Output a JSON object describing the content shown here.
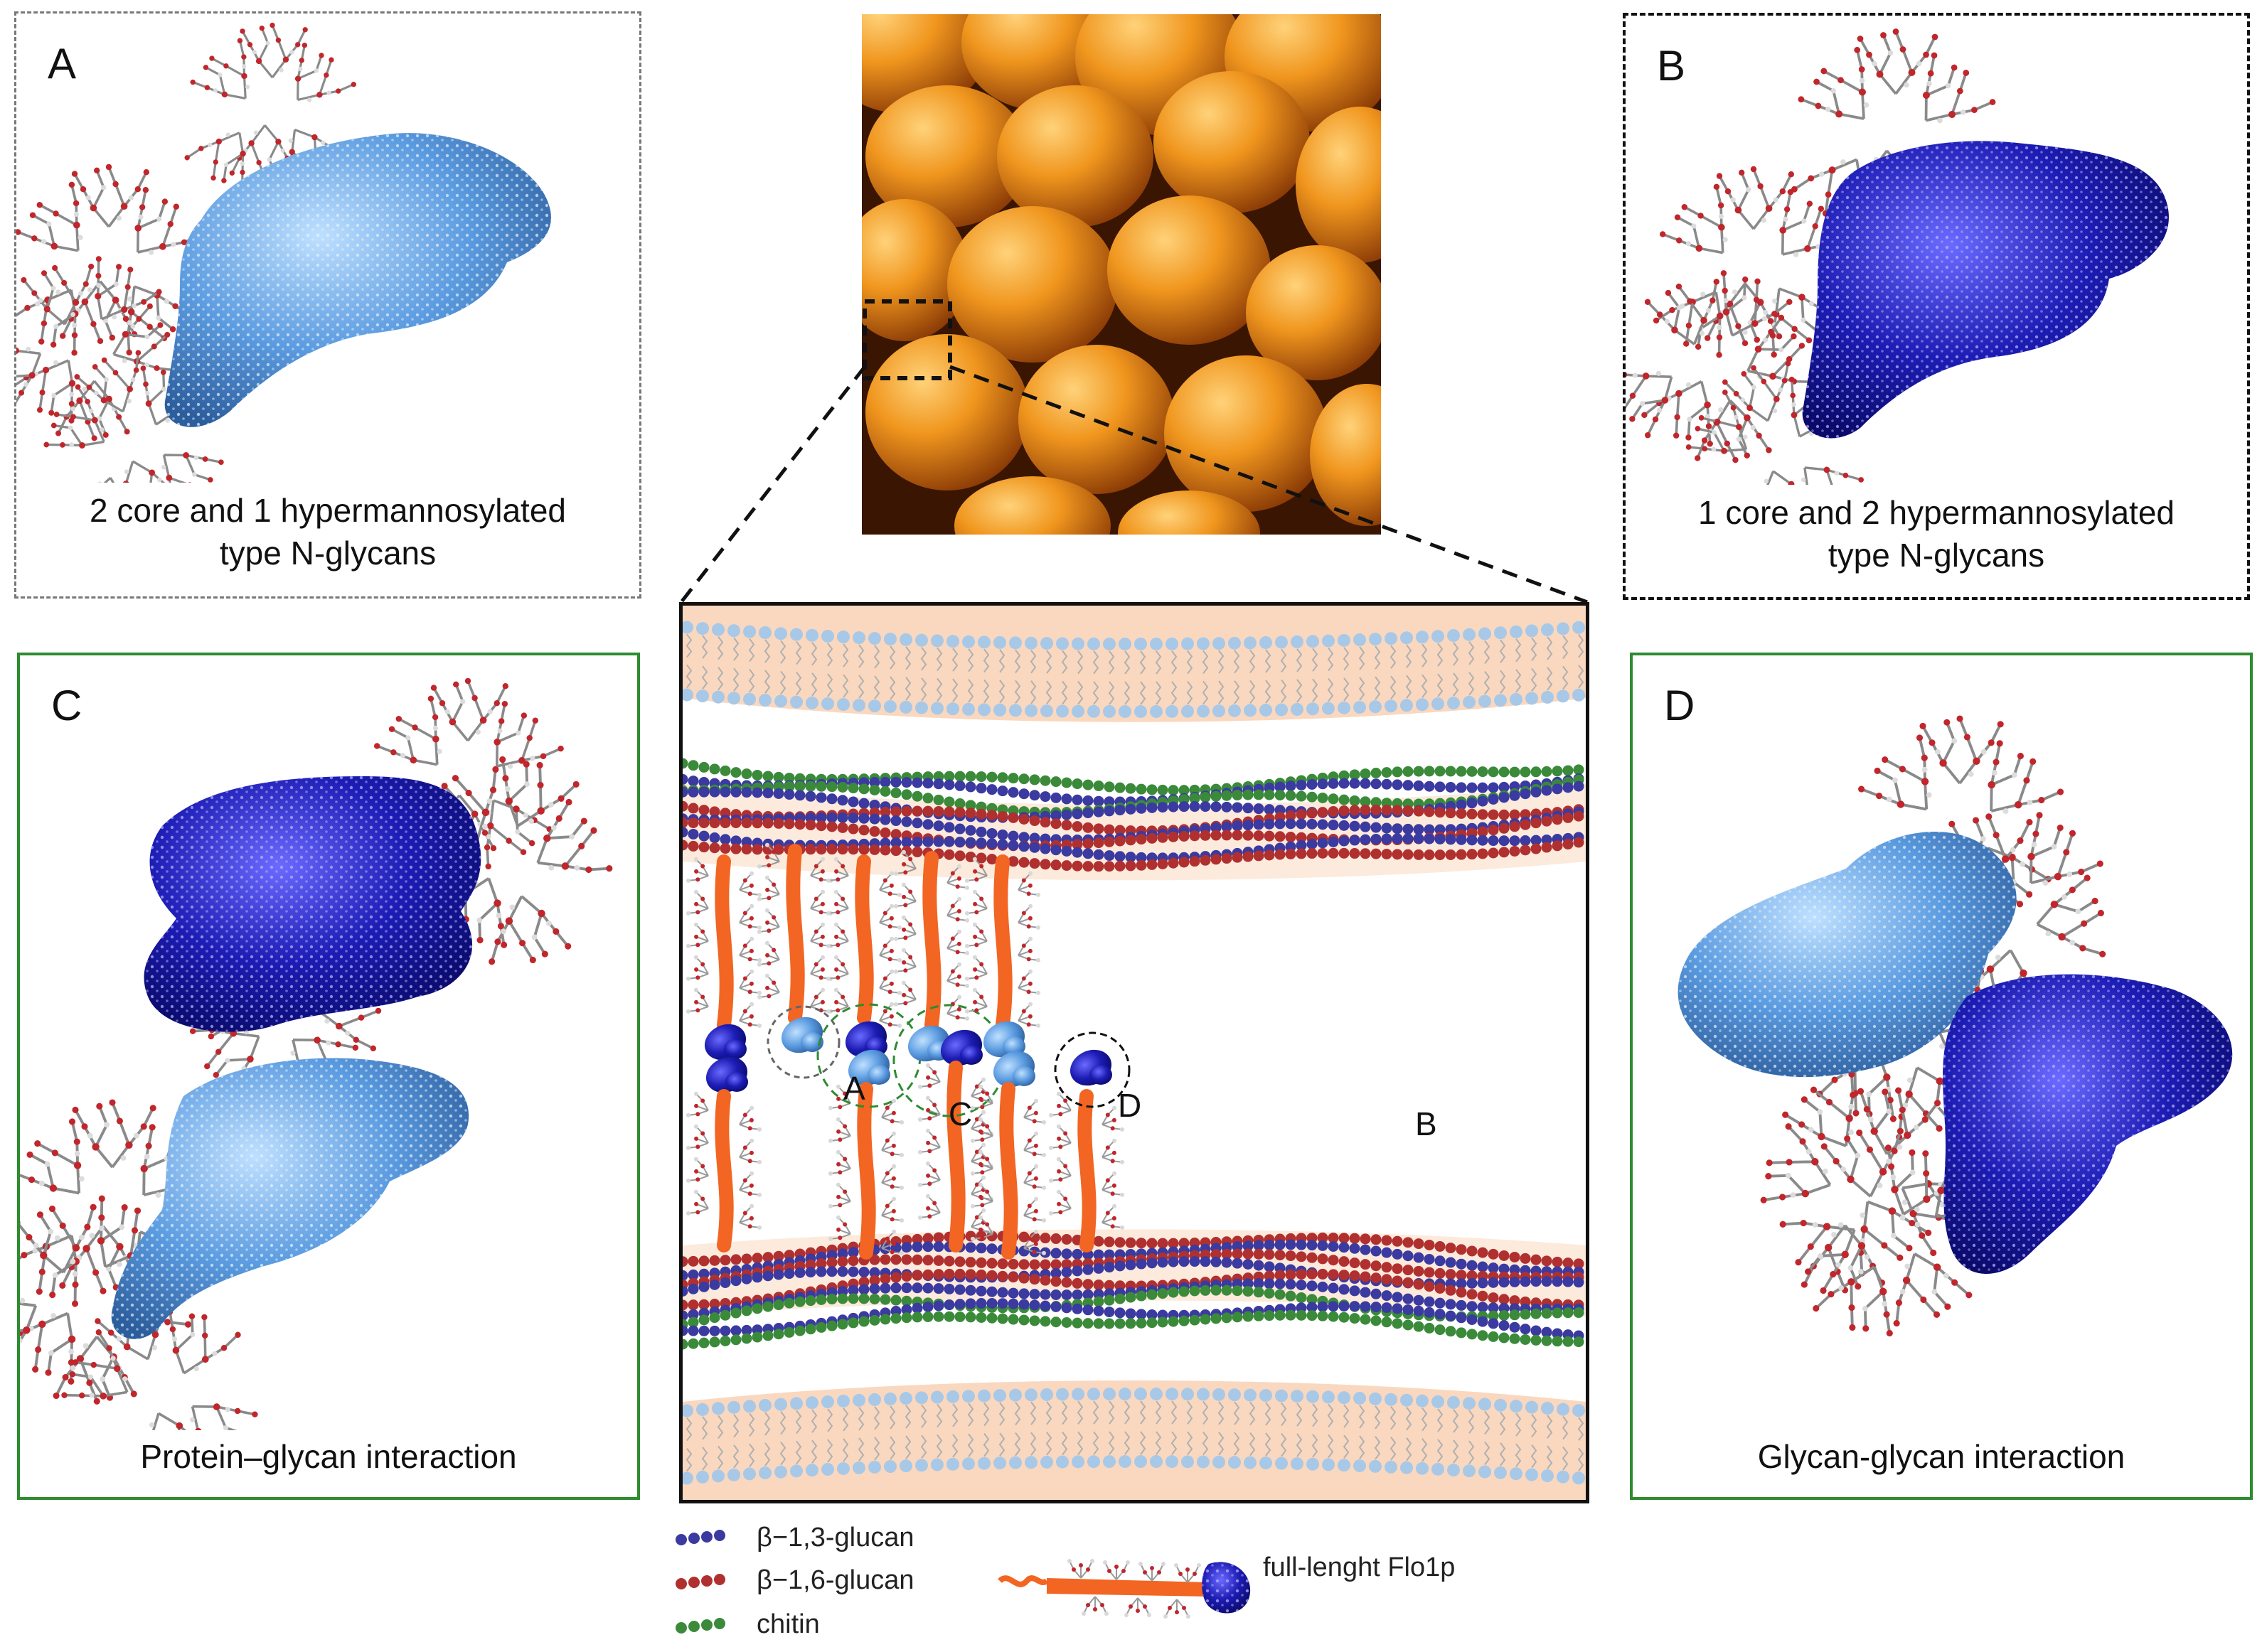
{
  "panels": {
    "a": {
      "letter": "A",
      "caption": [
        "2 core and 1 hypermannosylated",
        "type N-glycans"
      ]
    },
    "b": {
      "letter": "B",
      "caption": [
        "1 core and 2 hypermannosylated",
        "type N-glycans"
      ]
    },
    "c": {
      "letter": "C",
      "caption": [
        "Protein–glycan interaction"
      ]
    },
    "d": {
      "letter": "D",
      "caption": [
        "Glycan-glycan interaction"
      ]
    }
  },
  "schematic": {
    "labels": {
      "a": "A",
      "c": "C",
      "d": "D",
      "b": "B"
    }
  },
  "legend": {
    "beta13": "β−1,3-glucan",
    "beta16": "β−1,6-glucan",
    "chitin": "chitin",
    "flo1p": "full-lenght  Flo1p"
  },
  "colors": {
    "light_blue_protein": "#5b9be0",
    "dark_blue_protein": "#1c1cb4",
    "flo1p_stalk": "#f26522",
    "beta13_glucan": "#3a3aa0",
    "beta16_glucan": "#b03030",
    "chitin": "#3a8a3a",
    "membrane_band": "#f9d8bf",
    "lipid_head": "#a8c8e8",
    "panel_border_green": "#2e8b30",
    "sem_cell": "#e8861c"
  }
}
